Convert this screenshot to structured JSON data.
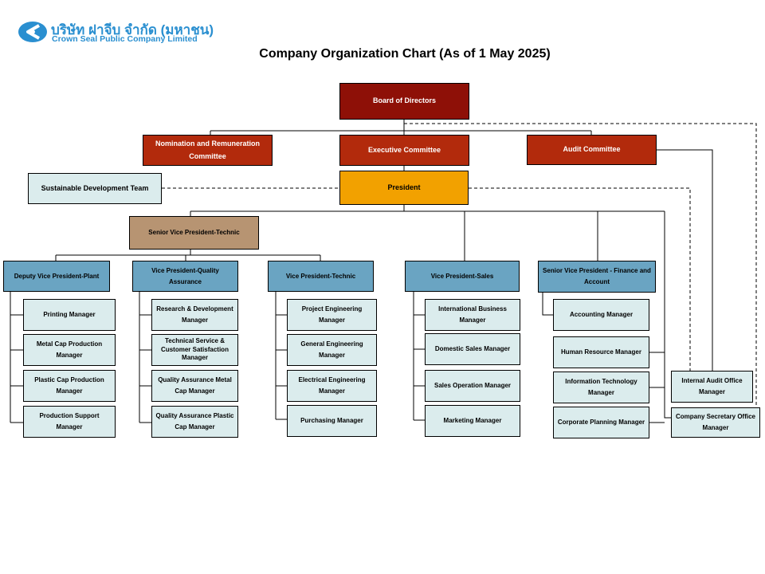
{
  "logo": {
    "thai_name": "บริษัท ฝาจีบ จำกัด (มหาชน)",
    "english_name": "Crown Seal Public Company Limited",
    "brand_color": "#2a8fd0"
  },
  "title": "Company Organization Chart (As of 1 May 2025)",
  "colors": {
    "board": "#8e1007",
    "committee": "#b22a0c",
    "president": "#f2a100",
    "senior_vp_technic": "#b79472",
    "vice_president": "#6aa4c2",
    "manager": "#dbeced"
  },
  "board": "Board of Directors",
  "committees": {
    "nomination": "Nomination and Remuneration Committee",
    "executive": "Executive Committee",
    "audit": "Audit Committee"
  },
  "president": "President",
  "sustainable_team": "Sustainable Development Team",
  "senior_vp_technic": "Senior Vice President-Technic",
  "vps": {
    "plant": "Deputy Vice President-Plant",
    "quality": "Vice President-Quality Assurance",
    "technic": "Vice President-Technic",
    "sales": "Vice President-Sales",
    "finance": "Senior Vice President - Finance and Account"
  },
  "managers": {
    "plant": [
      "Printing Manager",
      "Metal Cap Production Manager",
      "Plastic Cap Production Manager",
      "Production Support Manager"
    ],
    "quality": [
      "Research & Development Manager",
      "Technical Service & Customer Satisfaction Manager",
      "Quality Assurance Metal Cap Manager",
      "Quality Assurance Plastic Cap Manager"
    ],
    "technic": [
      "Project Engineering Manager",
      "General Engineering Manager",
      "Electrical Engineering Manager",
      "Purchasing Manager"
    ],
    "sales": [
      "International Business Manager",
      "Domestic Sales Manager",
      "Sales Operation Manager",
      "Marketing Manager"
    ],
    "finance": [
      "Accounting Manager",
      "Human Resource Manager",
      "Information Technology Manager",
      "Corporate Planning Manager"
    ]
  },
  "offices": {
    "internal_audit": "Internal Audit Office Manager",
    "company_secretary": "Company Secretary Office Manager"
  }
}
